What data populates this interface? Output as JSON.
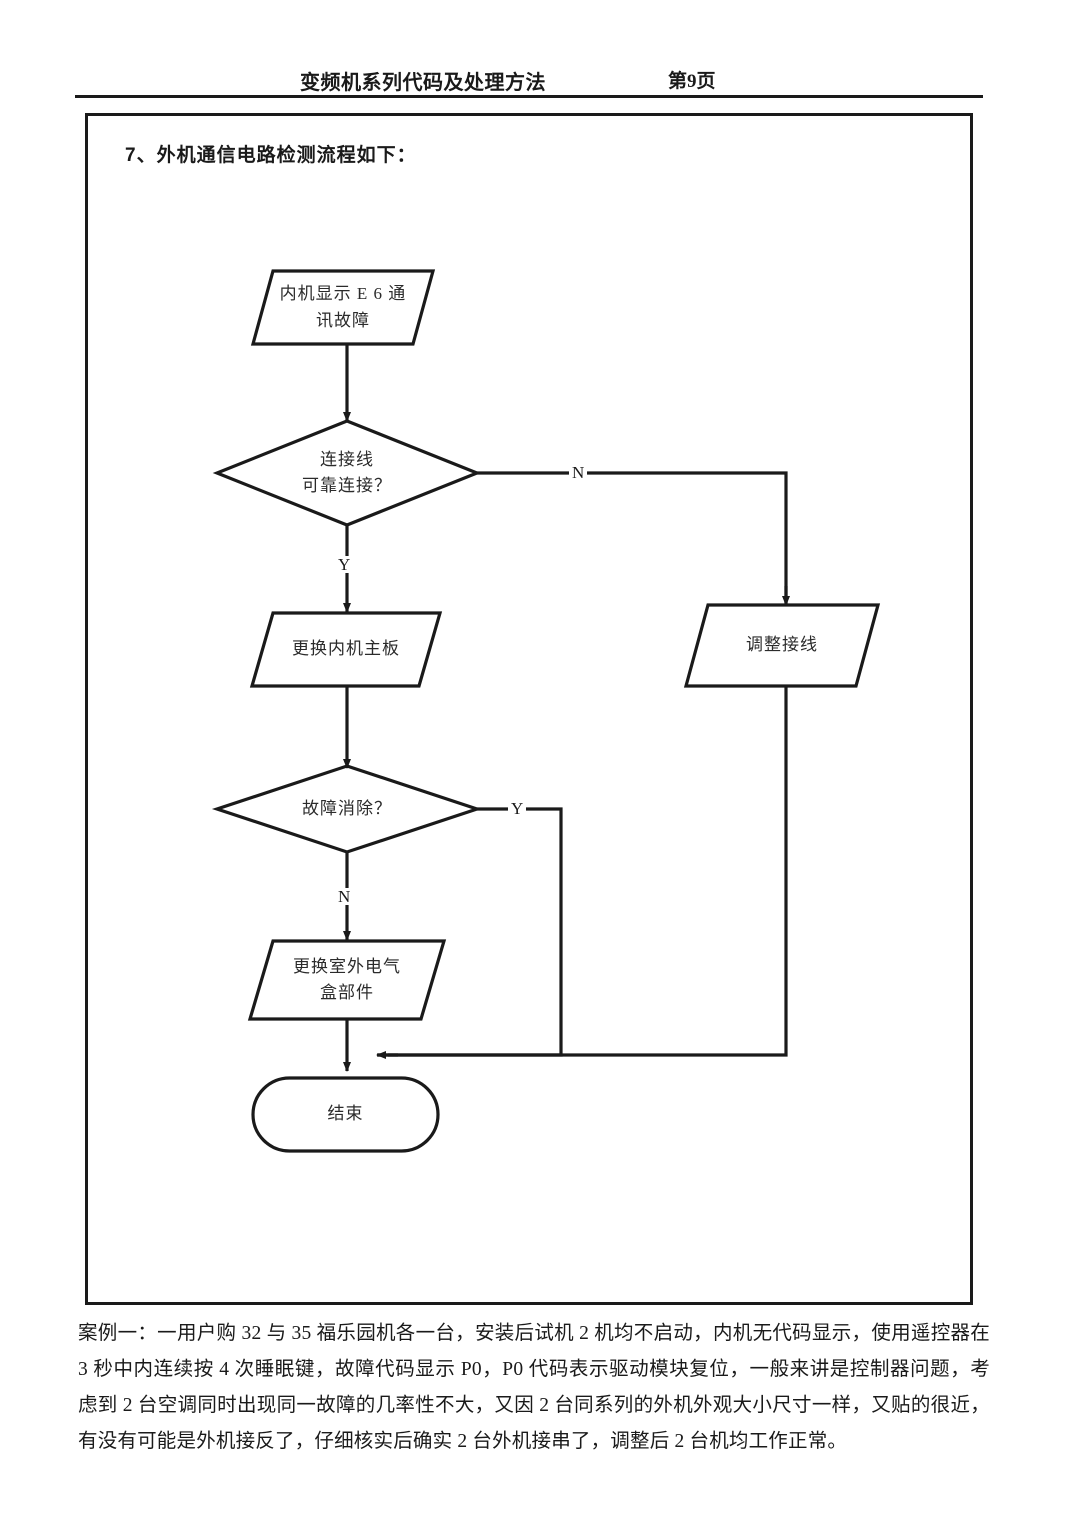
{
  "header": {
    "title": "变频机系列代码及处理方法",
    "page_number": "第9页"
  },
  "section": {
    "heading": "7、外机通信电路检测流程如下："
  },
  "flowchart": {
    "nodes": [
      {
        "id": "start",
        "shape": "parallelogram",
        "label": "内机显示 E 6 通\n讯故障"
      },
      {
        "id": "decision1",
        "shape": "diamond",
        "label": "连接线\n可靠连接？"
      },
      {
        "id": "replace-main",
        "shape": "parallelogram",
        "label": "更换内机主板"
      },
      {
        "id": "adjust-wire",
        "shape": "parallelogram",
        "label": "调整接线"
      },
      {
        "id": "decision2",
        "shape": "diamond",
        "label": "故障消除？"
      },
      {
        "id": "replace-box",
        "shape": "parallelogram",
        "label": "更换室外电气\n盒部件"
      },
      {
        "id": "end",
        "shape": "rounded",
        "label": "结束"
      }
    ],
    "edge_labels": {
      "decision1_no": "N",
      "decision1_yes": "Y",
      "decision2_yes": "Y",
      "decision2_no": "N"
    },
    "line_color": "#1a1a1a"
  },
  "case_note": {
    "text": "案例一：一用户购 32 与 35 福乐园机各一台，安装后试机 2 机均不启动，内机无代码显示，使用遥控器在 3 秒中内连续按 4 次睡眠键，故障代码显示 P0，P0 代码表示驱动模块复位，一般来讲是控制器问题，考虑到 2 台空调同时出现同一故障的几率性不大，又因 2 台同系列的外机外观大小尺寸一样，又贴的很近，有没有可能是外机接反了，仔细核实后确实 2 台外机接串了，调整后 2 台机均工作正常。"
  }
}
